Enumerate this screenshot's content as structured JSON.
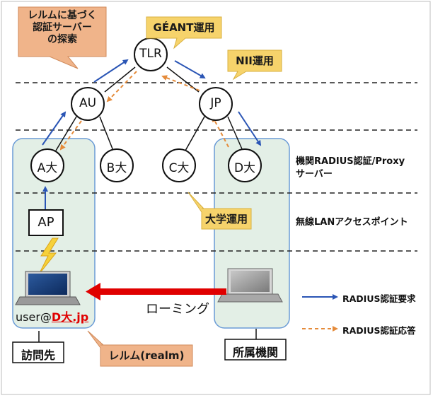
{
  "nodes": {
    "tlr": "TLR",
    "au": "AU",
    "jp": "JP",
    "a": "A大",
    "b": "B大",
    "c": "C大",
    "d": "D大",
    "ap": "AP"
  },
  "callouts": {
    "search": "レルムに基づく\n認証サーバー\nの探索",
    "geant": "GÉANT運用",
    "nii": "NII運用",
    "univ": "大学運用",
    "realm": "レルム(realm)"
  },
  "labels": {
    "proxy_line1": "機関RADIUS認証/Proxy",
    "proxy_line2": "サーバー",
    "wlan": "無線LANアクセスポイント",
    "roaming": "ローミング",
    "visited": "訪問先",
    "home": "所属機関",
    "user_prefix": "user@",
    "user_realm": "D大.jp"
  },
  "legend": {
    "request": "RADIUS認証要求",
    "response": "RADIUS認証応答"
  },
  "colors": {
    "request_arrow": "#2a55b5",
    "response_arrow": "#e58b3a",
    "roaming_arrow": "#e00000",
    "region_fill": "#e3efe6",
    "region_border": "#6a9bd6",
    "callout_orange": "#f0b48a",
    "callout_yellow": "#f6d36b"
  }
}
